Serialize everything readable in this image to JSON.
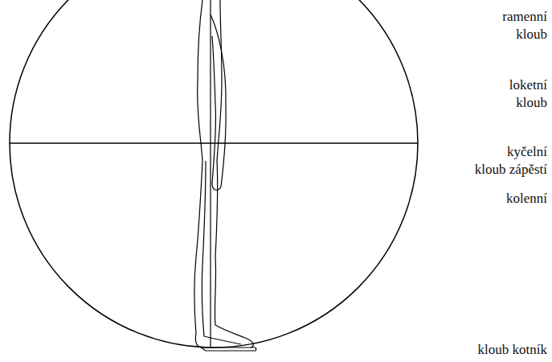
{
  "diagram": {
    "labels": [
      "ramenní kloub",
      "loketní kloub",
      "kyčelní",
      "kloub zápěstí",
      "kolenní",
      "kloub kotník"
    ]
  }
}
